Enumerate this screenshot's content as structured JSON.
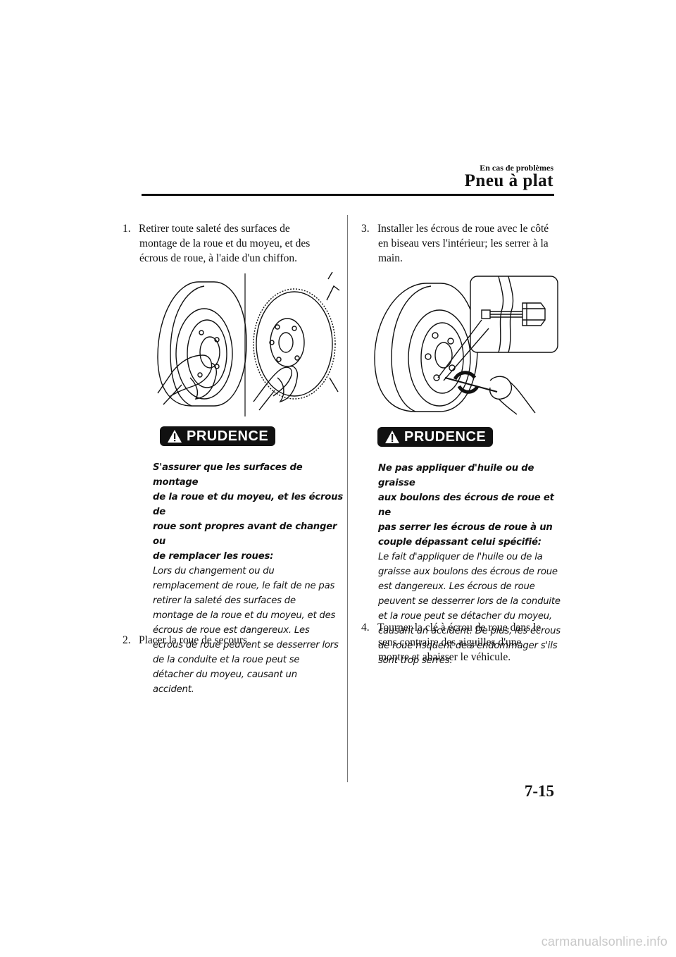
{
  "header": {
    "section_label": "En cas de problèmes",
    "chapter_title": "Pneu à plat"
  },
  "left_column": {
    "step1": {
      "number": "1.",
      "lines": [
        "Retirer toute saleté des surfaces de",
        "montage de la roue et du moyeu, et des",
        "écrous de roue, à l'aide d'un chiffon."
      ]
    },
    "caution": {
      "badge": "PRUDENCE",
      "lead_lines": [
        "S'assurer que les surfaces de montage",
        "de la roue et du moyeu, et les écrous de",
        "roue sont propres avant de changer ou",
        "de remplacer les roues:"
      ],
      "body_lines": [
        "Lors du changement ou du",
        "remplacement de roue, le fait de ne pas",
        "retirer la saleté des surfaces de",
        "montage de la roue et du moyeu, et des",
        "écrous de roue est dangereux. Les",
        "écrous de roue peuvent se desserrer lors",
        "de la conduite et la roue peut se",
        "détacher du moyeu, causant un",
        "accident."
      ]
    },
    "step2": {
      "number": "2.",
      "lines": [
        "Placer la roue de secours."
      ]
    }
  },
  "right_column": {
    "step3": {
      "number": "3.",
      "lines": [
        "Installer les écrous de roue avec le côté",
        "en biseau vers l'intérieur; les serrer à la",
        "main."
      ]
    },
    "caution": {
      "badge": "PRUDENCE",
      "lead_lines": [
        "Ne pas appliquer d'huile ou de graisse",
        "aux boulons des écrous de roue et ne",
        "pas serrer les écrous de roue à un",
        "couple dépassant celui spécifié:"
      ],
      "body_lines": [
        "Le fait d'appliquer de l'huile ou de la",
        "graisse aux boulons des écrous de roue",
        "est dangereux. Les écrous de roue",
        "peuvent se desserrer lors de la conduite",
        "et la roue peut se détacher du moyeu,",
        "causant un accident. De plus, les écrous",
        "de roue risquent de s'endommager s'ils",
        "sont trop serrés."
      ]
    },
    "step4": {
      "number": "4.",
      "lines": [
        "Tourner la clé à écrou de roue dans le",
        "sens contraire des aiguilles d'une",
        "montre et abaisser le véhicule."
      ]
    }
  },
  "footer": {
    "page_number": "7-15",
    "watermark": "carmanualsonline.info"
  },
  "icons": {
    "warning": "warning-triangle-icon"
  }
}
